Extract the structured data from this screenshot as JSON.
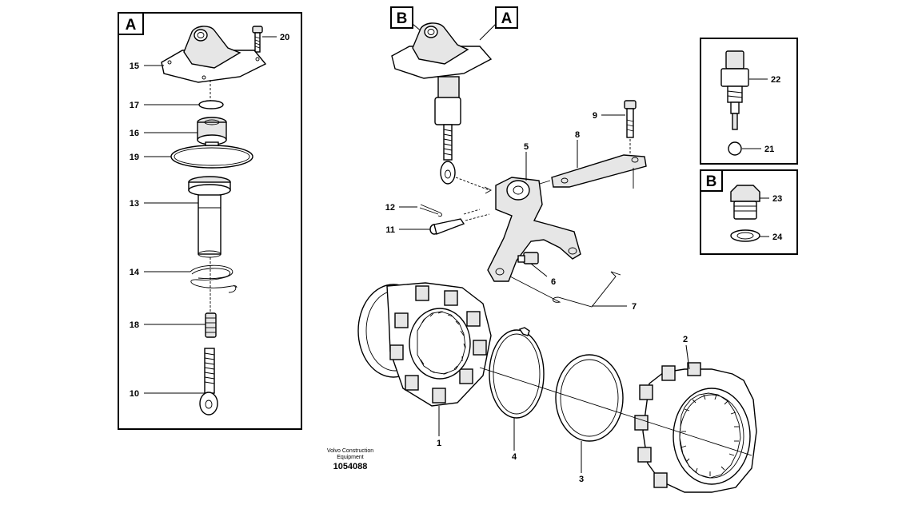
{
  "figure": {
    "brand_line1": "Volvo Construction",
    "brand_line2": "Equipment",
    "doc_number": "1054088"
  },
  "detail_tags": {
    "panel_a": "A",
    "panel_b_small": "B",
    "main_b": "B",
    "main_a": "A"
  },
  "callouts": {
    "p1": "1",
    "p2": "2",
    "p3": "3",
    "p4": "4",
    "p5": "5",
    "p6": "6",
    "p7": "7",
    "p8": "8",
    "p9": "9",
    "p10": "10",
    "p11": "11",
    "p12": "12",
    "p13": "13",
    "p14": "14",
    "p15": "15",
    "p16": "16",
    "p17": "17",
    "p18": "18",
    "p19": "19",
    "p20": "20",
    "p21": "21",
    "p22": "22",
    "p23": "23",
    "p24": "24"
  }
}
